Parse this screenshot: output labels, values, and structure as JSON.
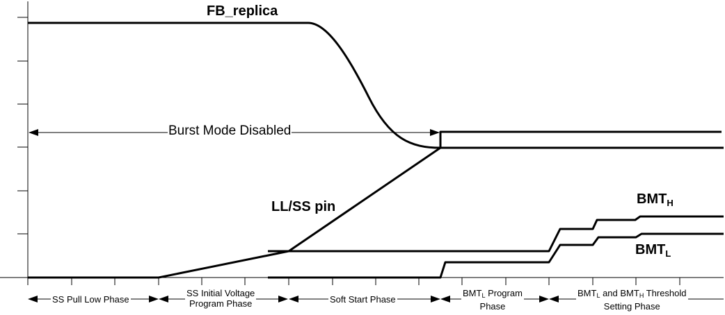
{
  "signals": {
    "fb_replica": "FB_replica",
    "ll_ss_pin": "LL/SS pin",
    "bmt_h": {
      "base": "BMT",
      "sub": "H"
    },
    "bmt_l": {
      "base": "BMT",
      "sub": "L"
    }
  },
  "burst_mode": "Burst Mode Disabled",
  "phases": {
    "p1": "SS Pull Low Phase",
    "p2_line1": "SS Initial Voltage",
    "p2_line2": "Program Phase",
    "p3": "Soft Start Phase",
    "p4_a": "BMT",
    "p4_sub": "L",
    "p4_b": " Program",
    "p4_line2": "Phase",
    "p5_a": "BMT",
    "p5_sub1": "L",
    "p5_b": " and BMT",
    "p5_sub2": "H",
    "p5_c": " Threshold",
    "p5_line2": "Setting Phase"
  }
}
